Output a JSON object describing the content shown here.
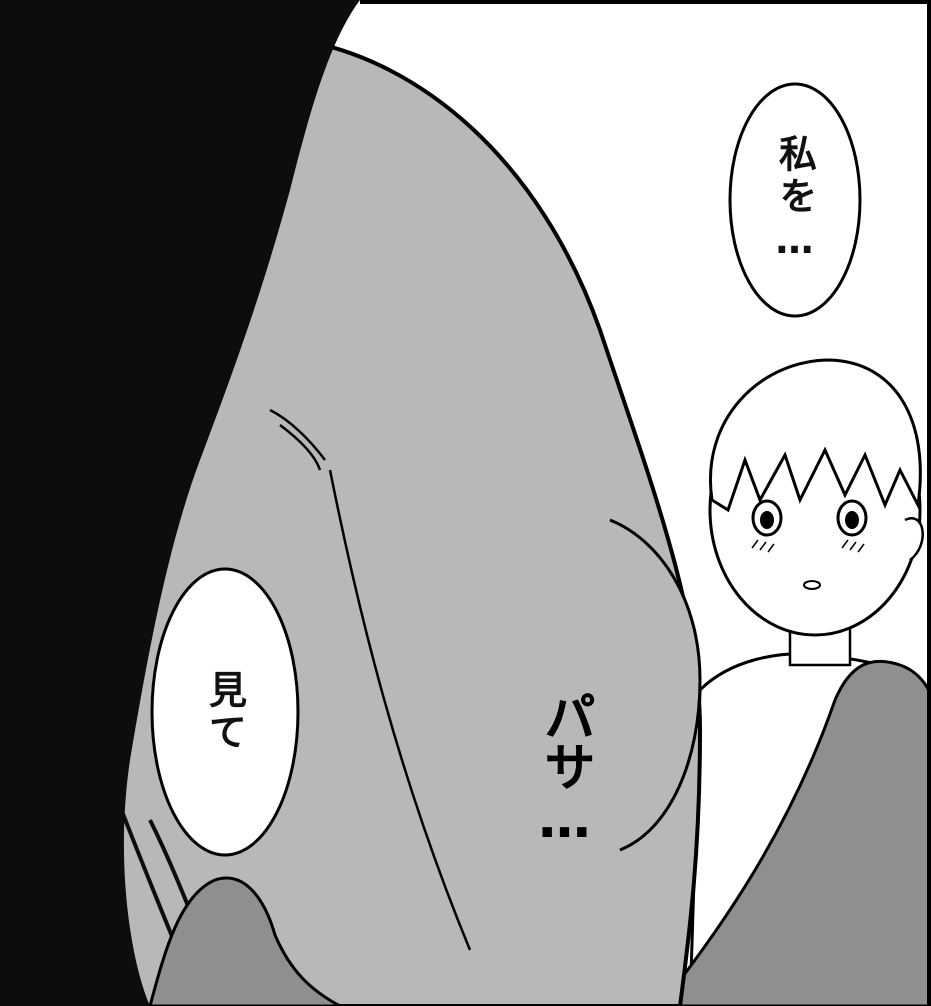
{
  "dialogue": {
    "speech_1": "私を…",
    "speech_2": "見て"
  },
  "sound_effect": "パサ…",
  "colors": {
    "hair": "#0d0d0d",
    "body_gray": "#b8b8b8",
    "cloth_gray": "#8f8f8f",
    "skin": "#ffffff",
    "background": "#ffffff"
  }
}
